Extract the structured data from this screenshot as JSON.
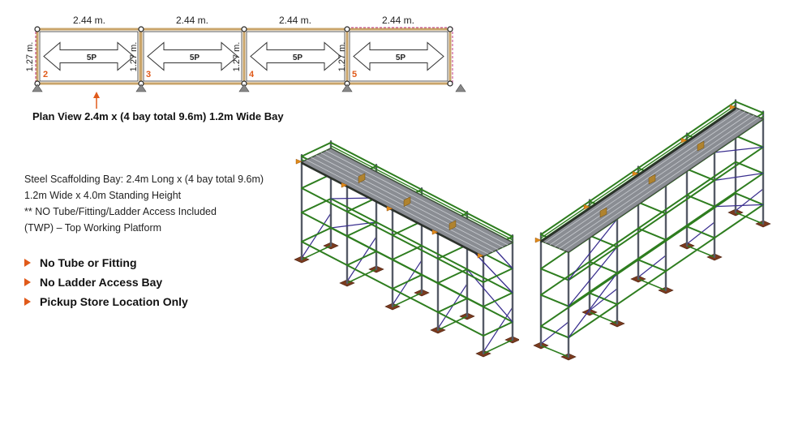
{
  "plan": {
    "bay_width_labels": [
      "2.44 m.",
      "2.44 m.",
      "2.44 m.",
      "2.44 m."
    ],
    "bay_depth_labels": [
      "1.27 m.",
      "1.27 m.",
      "1.27 m.",
      "1.27 m."
    ],
    "bay_numbers": [
      "2",
      "3",
      "4",
      "5"
    ],
    "arrow_labels": [
      "5P",
      "5P",
      "5P",
      "5P"
    ],
    "caption": "Plan View 2.4m x (4 bay total 9.6m) 1.2m Wide Bay"
  },
  "spec": {
    "lines": [
      "Steel Scaffolding Bay: 2.4m Long x (4 bay total 9.6m)",
      "1.2m Wide x 4.0m Standing Height",
      "** NO Tube/Fitting/Ladder Access Included",
      "(TWP) – Top Working Platform"
    ]
  },
  "bullets": [
    "No Tube or Fitting",
    "No Ladder Access Bay",
    "Pickup Store Location Only"
  ],
  "colors": {
    "frame": "#2e7d1f",
    "standard": "#555a66",
    "brace": "#3a2f8f",
    "deck": "#8a8d93",
    "base_plate": "#7a3a1e",
    "accent": "#e05a1a",
    "plan_border": "#c9a46a"
  },
  "icons": [
    "bullet-triangle-icon",
    "up-arrow-icon",
    "double-arrow-icon",
    "base-jack-icon"
  ]
}
